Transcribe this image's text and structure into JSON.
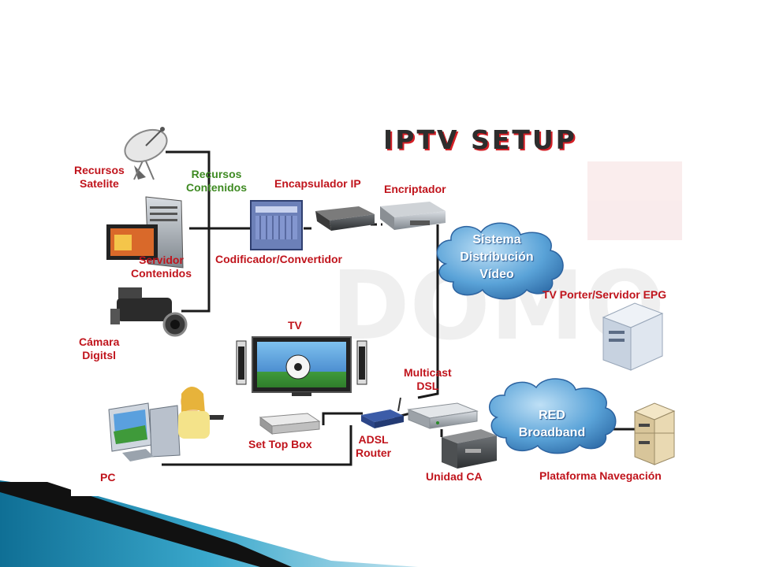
{
  "title": "IPTV SETUP",
  "labels": {
    "satellite": [
      "Recursos",
      "Satelite"
    ],
    "content_resources": [
      "Recursos",
      "Contenidos"
    ],
    "encapsulator": "Encapsulador IP",
    "encryptor": "Encriptador",
    "content_server": [
      "Servidor",
      "Contenidos"
    ],
    "encoder": "Codificador/Convertidor",
    "video_cloud": [
      "Sistema",
      "Distribución",
      "Vídeo"
    ],
    "epg_server": "TV Porter/Servidor EPG",
    "camera": [
      "Cámara",
      "Digitsl"
    ],
    "tv": "TV",
    "multicast": [
      "Multicast",
      "DSL"
    ],
    "broadband_cloud": [
      "RED",
      "Broadband"
    ],
    "set_top_box": "Set Top Box",
    "adsl_router": [
      "ADSL",
      "Router"
    ],
    "pc": "PC",
    "ca_unit": "Unidad CA",
    "navigation_platform": "Plataforma Navegación"
  },
  "colors": {
    "label_red": "#c0141c",
    "label_green": "#3e8a22",
    "cloud_blue": "#4a93cf",
    "title_dark": "#2d2d2d",
    "title_shadow": "#d41f26",
    "footer_teal": "#1e7fa4"
  },
  "icons": [
    "satellite-dish-icon",
    "server-tower-icon",
    "camera-icon",
    "encoder-rack-icon",
    "encapsulator-box-icon",
    "encryptor-box-icon",
    "tv-icon",
    "speaker-icon",
    "set-top-box-icon",
    "router-icon",
    "dsl-unit-icon",
    "ca-unit-icon",
    "pc-icon",
    "epg-server-icon",
    "navigation-server-icon",
    "cloud-icon"
  ]
}
